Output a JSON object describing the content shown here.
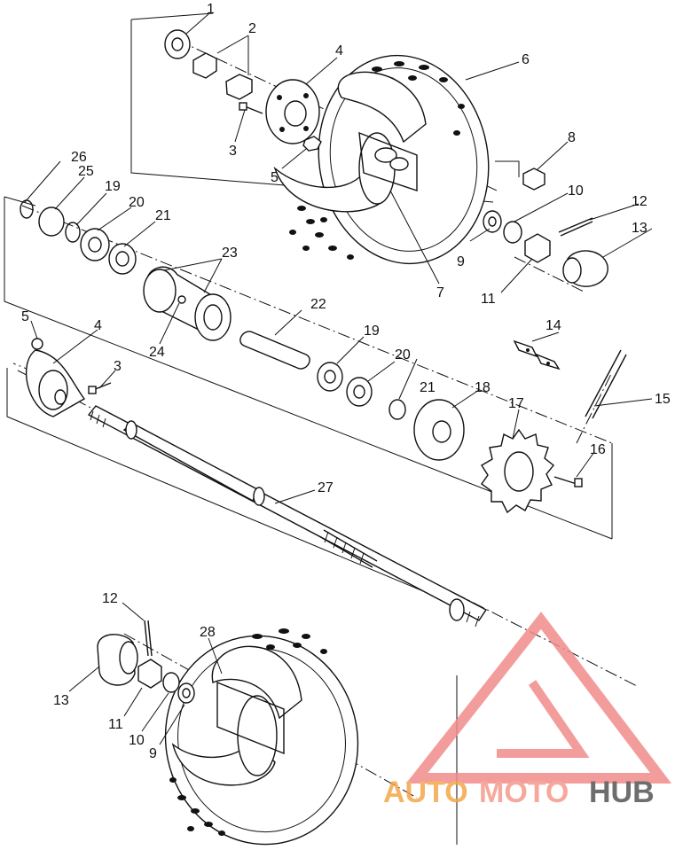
{
  "callouts": [
    {
      "id": "1",
      "label": "1"
    },
    {
      "id": "2",
      "label": "2"
    },
    {
      "id": "3a",
      "label": "3"
    },
    {
      "id": "4a",
      "label": "4"
    },
    {
      "id": "5a",
      "label": "5"
    },
    {
      "id": "6",
      "label": "6"
    },
    {
      "id": "7",
      "label": "7"
    },
    {
      "id": "8",
      "label": "8"
    },
    {
      "id": "9a",
      "label": "9"
    },
    {
      "id": "10a",
      "label": "10"
    },
    {
      "id": "11a",
      "label": "11"
    },
    {
      "id": "12a",
      "label": "12"
    },
    {
      "id": "13a",
      "label": "13"
    },
    {
      "id": "14",
      "label": "14"
    },
    {
      "id": "15",
      "label": "15"
    },
    {
      "id": "16",
      "label": "16"
    },
    {
      "id": "17",
      "label": "17"
    },
    {
      "id": "18",
      "label": "18"
    },
    {
      "id": "19a",
      "label": "19"
    },
    {
      "id": "20a",
      "label": "20"
    },
    {
      "id": "21a",
      "label": "21"
    },
    {
      "id": "22",
      "label": "22"
    },
    {
      "id": "23",
      "label": "23"
    },
    {
      "id": "24",
      "label": "24"
    },
    {
      "id": "25",
      "label": "25"
    },
    {
      "id": "26",
      "label": "26"
    },
    {
      "id": "19b",
      "label": "19"
    },
    {
      "id": "20b",
      "label": "20"
    },
    {
      "id": "21b",
      "label": "21"
    },
    {
      "id": "5b",
      "label": "5"
    },
    {
      "id": "4b",
      "label": "4"
    },
    {
      "id": "3b",
      "label": "3"
    },
    {
      "id": "27",
      "label": "27"
    },
    {
      "id": "12b",
      "label": "12"
    },
    {
      "id": "28",
      "label": "28"
    },
    {
      "id": "13b",
      "label": "13"
    },
    {
      "id": "11b",
      "label": "11"
    },
    {
      "id": "10b",
      "label": "10"
    },
    {
      "id": "9b",
      "label": "9"
    }
  ],
  "watermark": {
    "part1": "AUTO",
    "part2": "MOTO",
    "part3": "HUB",
    "colors": {
      "auto": "#f4a64a",
      "moto": "#f59a8c",
      "hub": "#555555",
      "triangle": "#f28b8b"
    }
  }
}
